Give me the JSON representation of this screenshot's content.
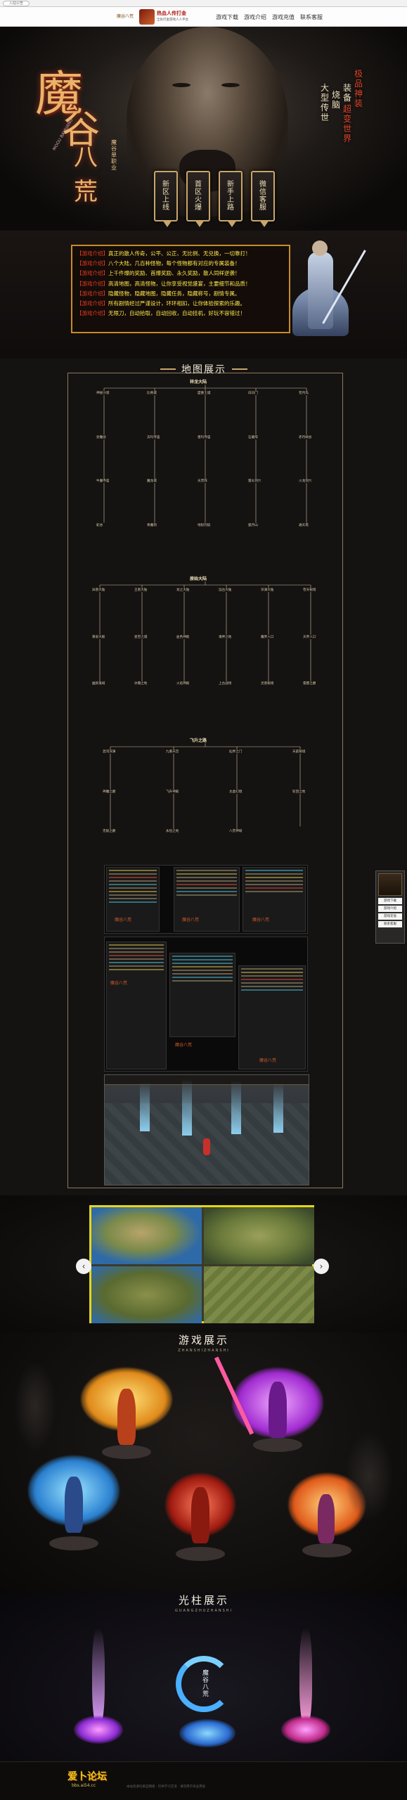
{
  "topbar": {
    "tag": "入站公告"
  },
  "header": {
    "slogan": "魔谷八荒",
    "logo_title": "热血人传打金",
    "logo_sub": "全民打金游戏人人平台",
    "nav": [
      "游戏下载",
      "游戏介绍",
      "游戏充值",
      "联系客服"
    ]
  },
  "hero": {
    "title_chars": [
      "魔",
      "谷",
      "八荒"
    ],
    "version": "魔谷单职业",
    "en": "MOGU BAHUANG",
    "tagline_cols": [
      "极品神装",
      "装备",
      "超变世界",
      "烧脑",
      "大型传世"
    ],
    "plaques": [
      "新区上线",
      "首区火爆",
      "新手上路",
      "微信客服"
    ]
  },
  "intro": {
    "rows": [
      {
        "k": "【游戏介绍】",
        "v": "真正的散人传奇，公平、公正、无比例、无兑换，一切靠打！"
      },
      {
        "k": "【游戏介绍】",
        "v": "八个大陆，几百种怪物，每个怪物都有对应的专属装备！"
      },
      {
        "k": "【游戏介绍】",
        "v": "上千件爆的奖励、首爆奖励、永久奖励，散人同样逆袭！"
      },
      {
        "k": "【游戏介绍】",
        "v": "高清地图，高清怪物，让你享受视觉盛宴，主要细节和品质！"
      },
      {
        "k": "【游戏介绍】",
        "v": "隐藏怪物，隐藏地图，隐藏任务，隐藏称号，剧情专属。"
      },
      {
        "k": "【游戏介绍】",
        "v": "所有剧情经过严谨设计，环环相扣，让你体验探索的乐趣。"
      },
      {
        "k": "【游戏介绍】",
        "v": "无限刀，自动拾取，自动回收，自动挂机，好玩不容错过！"
      }
    ]
  },
  "map_section": {
    "title": "地图展示",
    "regions": [
      "祥龙大陆",
      "原始大陆",
      "飞升之路"
    ],
    "nodes_a": [
      "神秘沙漠",
      "比奇城",
      "盟重土城",
      "白日门",
      "苍月岛",
      "封魔谷",
      "沃玛寺庙",
      "祖玛寺庙",
      "石墓阵",
      "赤月峡谷",
      "牛魔寺庙",
      "魔龙城",
      "天荒阵",
      "雷炎洞穴",
      "火龙洞穴",
      "蛇谷",
      "骨魔洞",
      "地狱烈焰",
      "狐月山",
      "通天塔"
    ],
    "nodes_b": [
      "异兽大陆",
      "王者大陆",
      "龙之大陆",
      "远古大陆",
      "深渊大陆",
      "苍天秘境",
      "黄泉大殿",
      "星空之城",
      "血色神殿",
      "诸神之地",
      "魔界入口",
      "天界入口",
      "幽冥鬼域",
      "冰霜之地",
      "火焰神殿",
      "上古战场",
      "灵兽秘境",
      "雷霆之巅"
    ],
    "nodes_c": [
      "混沌深渊",
      "九重天宫",
      "仙界之门",
      "天庭秘境",
      "神魔之巅",
      "飞升神殿",
      "太虚幻境",
      "轮回之地",
      "无极之巅",
      "永恒之地",
      "八荒神域"
    ]
  },
  "screenshots": {
    "logo": "魔谷八荒"
  },
  "world_section": {
    "prev": "‹",
    "next": "›"
  },
  "game_show": {
    "title": "游戏展示",
    "sub": "ZHANSHIZHANSHI"
  },
  "pillar_show": {
    "title": "光柱展示",
    "sub": "GUANGZHUZHANSHI",
    "emblem": "魔谷八荒"
  },
  "side_widget": {
    "items": [
      "游戏下载",
      "游戏介绍",
      "游戏充值",
      "联系客服"
    ]
  },
  "footer": {
    "logo": "爱卜论坛",
    "site": "bbs.ai54.cc",
    "links": "本站资源均来自网络 · 仅供学习交流 · 请勿用于商业用途"
  },
  "colors": {
    "gold": "#c9a66a",
    "red": "#e53a20",
    "yellow": "#ffe94a",
    "map_border": "#e6d61a"
  }
}
